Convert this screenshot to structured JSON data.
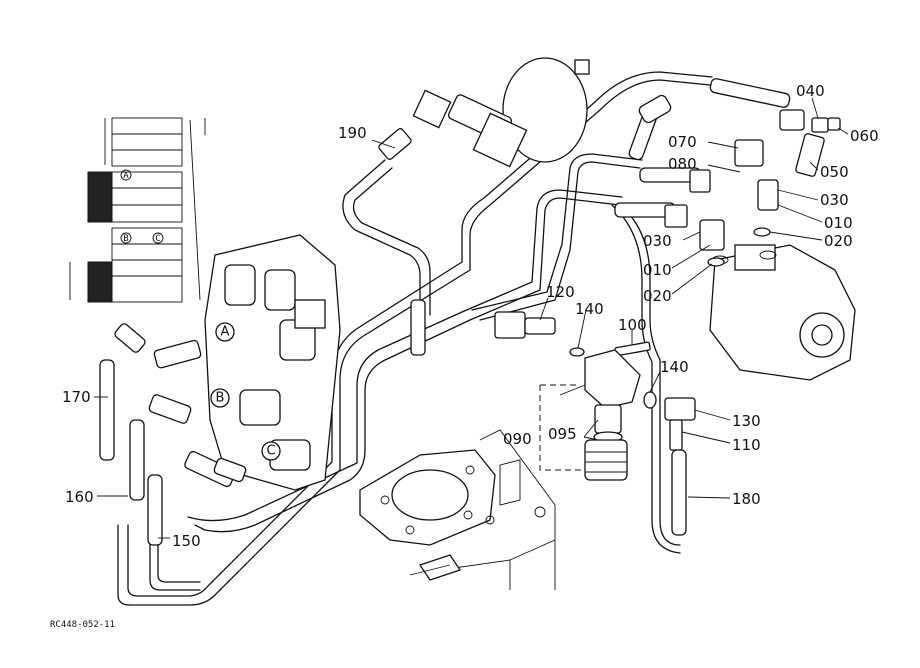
{
  "labels": {
    "p190": "190",
    "p040": "040",
    "p060": "060",
    "p070": "070",
    "p050": "050",
    "p080": "080",
    "p030a": "030",
    "p010a": "010",
    "p020a": "020",
    "p030b": "030",
    "p010b": "010",
    "p020b": "020",
    "p120": "120",
    "p140a": "140",
    "p100": "100",
    "p140b": "140",
    "p130": "130",
    "p110": "110",
    "p090": "090",
    "p095": "095",
    "p180": "180",
    "p170": "170",
    "p160": "160",
    "p150": "150"
  },
  "markers": {
    "a": "A",
    "b": "B",
    "c": "C"
  },
  "code": "RC448-052-11"
}
